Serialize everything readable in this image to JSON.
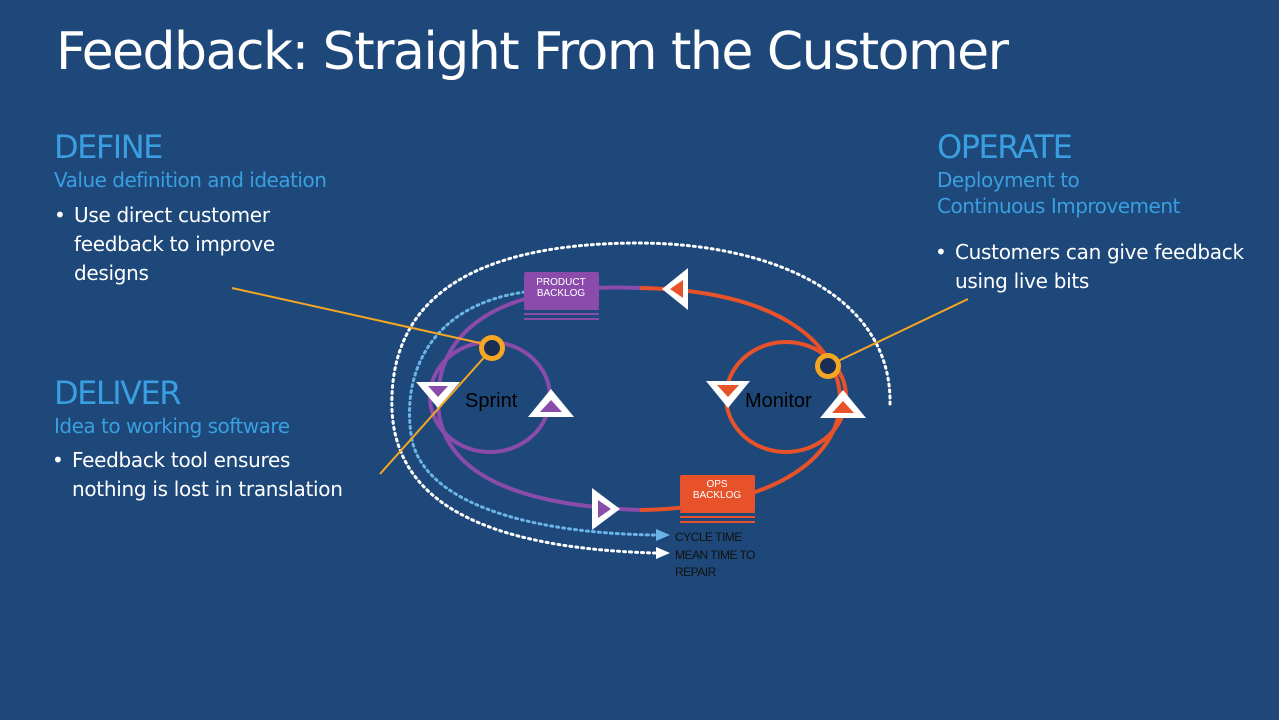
{
  "title": "Feedback: Straight From the Customer",
  "define": {
    "heading": "DEFINE",
    "subheading": "Value definition and ideation",
    "bullet_lines": [
      "Use direct customer",
      "feedback to improve",
      "designs"
    ]
  },
  "deliver": {
    "heading": "DELIVER",
    "subheading": "Idea to working software",
    "bullet_lines": [
      "Feedback tool ensures",
      "nothing is lost in translation"
    ]
  },
  "operate": {
    "heading": "OPERATE",
    "subheading_lines": [
      "Deployment to",
      "Continuous Improvement"
    ],
    "bullet_lines": [
      "Customers can give feedback",
      "using live bits"
    ]
  },
  "diagram": {
    "product_backlog_lines": [
      "PRODUCT",
      "BACKLOG"
    ],
    "ops_backlog_lines": [
      "OPS",
      "BACKLOG"
    ],
    "sprint_label": "Sprint",
    "monitor_label": "Monitor",
    "cycle_time_label": "CYCLE TIME",
    "mttr_lines": [
      "MEAN TIME TO",
      "REPAIR"
    ],
    "colors": {
      "purple": "#8a4bab",
      "orange": "#e8522a",
      "feedback_point": "#f5a623",
      "light_blue": "#6cb4e8",
      "background": "#1e4879"
    }
  }
}
